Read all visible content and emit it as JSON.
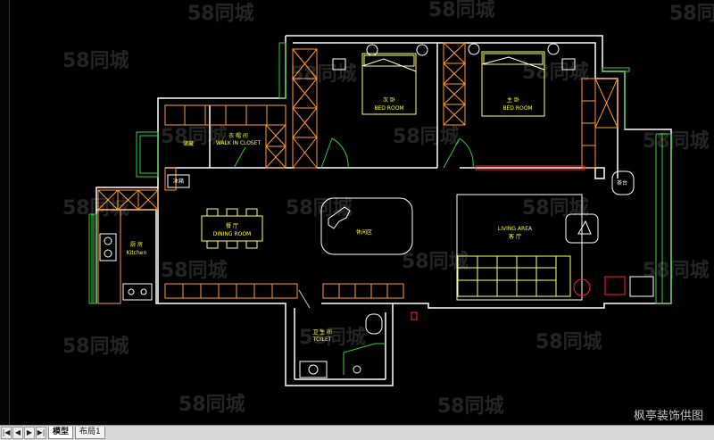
{
  "tabs": [
    {
      "label": "模型"
    },
    {
      "label": "布局1"
    }
  ],
  "nav_buttons": [
    "|◀",
    "◀",
    "▶",
    "▶|"
  ],
  "rooms": {
    "second_bedroom": {
      "cn": "次 卧",
      "en": "BED ROOM"
    },
    "master_bedroom": {
      "cn": "主 卧",
      "en": "BED ROOM"
    },
    "closet": {
      "cn": "衣 帽 间",
      "en": "WALK IN CLOSET"
    },
    "storage": {
      "cn": "储藏"
    },
    "dining": {
      "cn": "餐 厅",
      "en": "DINING ROOM"
    },
    "lounge": {
      "cn": "休闲区"
    },
    "kitchen": {
      "cn": "厨 房",
      "en": "Kitchen"
    },
    "living": {
      "cn": "客 厅",
      "en": "LIVING AREA"
    },
    "toilet": {
      "cn": "卫 生 间",
      "en": "TOILET"
    },
    "fridge": {
      "cn": "冰箱"
    },
    "tea_table": {
      "cn": "茶台"
    }
  },
  "watermark_text": "58同城",
  "credit": "枫亭装饰供图",
  "colors": {
    "wall": "#ffffff",
    "cabinet": "#ff9933",
    "window": "#33cc33",
    "text": "#ffff33",
    "furniture": "#ffff66",
    "red": "#ff2222"
  }
}
